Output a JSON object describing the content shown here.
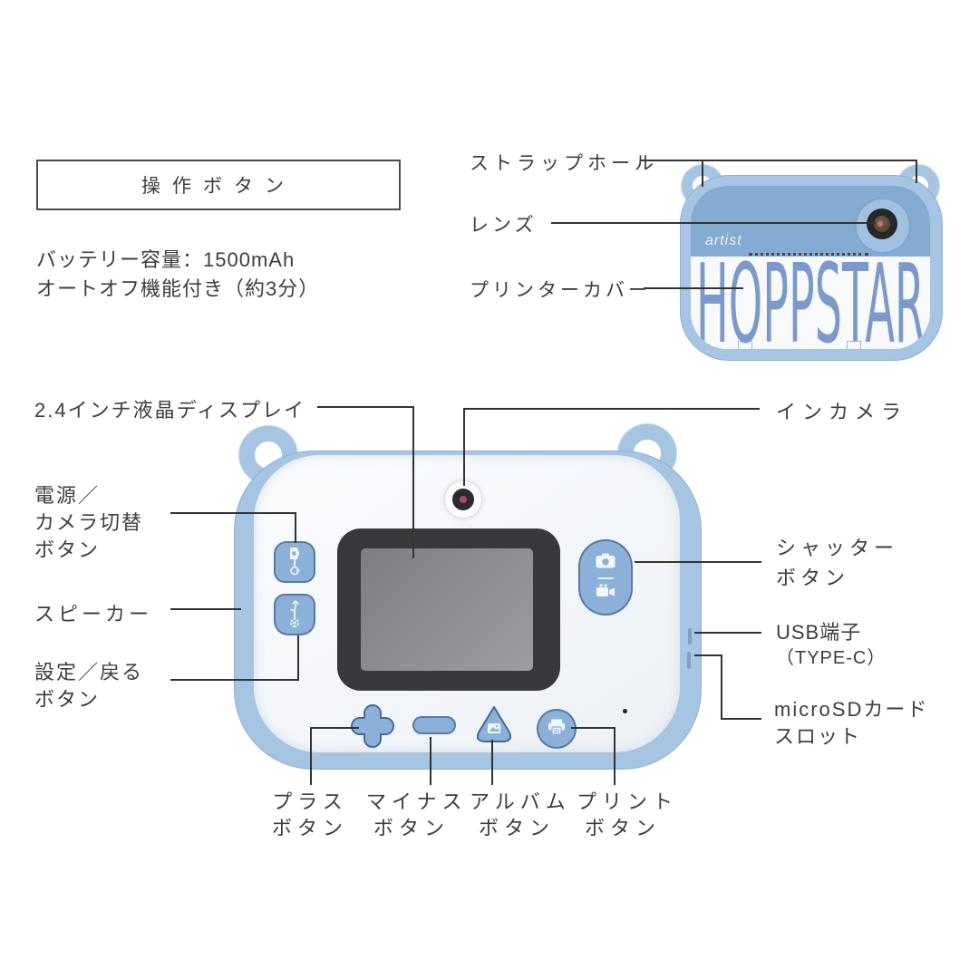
{
  "doc": {
    "type": "product-diagram",
    "product": "kids instant print camera"
  },
  "header": {
    "ops_box": "操作ボタン"
  },
  "specs": {
    "battery": "バッテリー容量：1500mAh",
    "auto_off": "オートオフ機能付き（約3分）"
  },
  "brand": {
    "artist": "artist",
    "name": "HOPPSTAR"
  },
  "labels": {
    "strap": "ストラップホール",
    "lens": "レンズ",
    "printer_cover": "プリンターカバー",
    "display": "2.4インチ液晶ディスプレイ",
    "in_camera": "インカメラ",
    "power_l1": "電源／",
    "power_l2": "カメラ切替",
    "power_l3": "ボタン",
    "speaker": "スピーカー",
    "settings_l1": "設定／戻る",
    "settings_l2": "ボタン",
    "shutter_l1": "シャッター",
    "shutter_l2": "ボタン",
    "usb_l1": "USB端子",
    "usb_l2": "（TYPE-C）",
    "sd_l1": "microSDカード",
    "sd_l2": "スロット",
    "plus_l1": "プラス",
    "plus_l2": "ボタン",
    "minus_l1": "マイナス",
    "minus_l2": "ボタン",
    "album_l1": "アルバム",
    "album_l2": "ボタン",
    "print_l1": "プリント",
    "print_l2": "ボタン"
  },
  "icons": {
    "camera_switch": "camera-switch-icon",
    "power": "power-icon",
    "back": "back-arrow-icon",
    "gear": "gear-icon",
    "photo": "camera-icon",
    "video": "video-camera-icon",
    "image": "image-icon",
    "printer": "printer-icon"
  },
  "colors": {
    "body_blue": "#a6c5e3",
    "dark_band": "#84abd1",
    "button_blue": "#8cb1d8",
    "brand_letters": "#7b9aca",
    "screen_bezel": "#39393d",
    "screen": "#8d8d91",
    "leader_line": "#333333",
    "text": "#3d3d3d",
    "lens_dark": "#26262b",
    "in_camera_red": "#b0485a"
  }
}
